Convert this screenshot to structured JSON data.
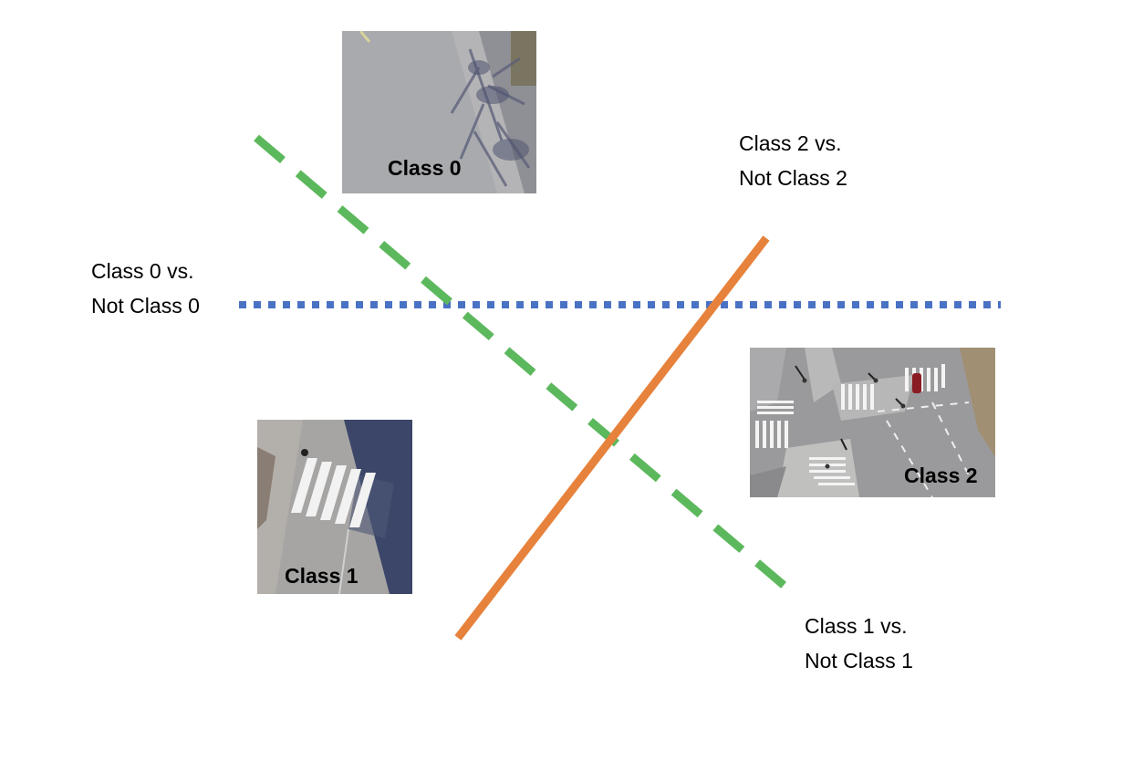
{
  "tiles": {
    "class0": {
      "label": "Class 0"
    },
    "class1": {
      "label": "Class 1"
    },
    "class2": {
      "label": "Class 2"
    }
  },
  "boundaries": {
    "class0": {
      "line1": "Class 0 vs.",
      "line2": "Not Class 0",
      "color": "#4A72C4",
      "style": "dotted"
    },
    "class1": {
      "line1": "Class 1 vs.",
      "line2": "Not Class 1",
      "color": "#5CB85C",
      "style": "dashed"
    },
    "class2": {
      "line1": "Class 2 vs.",
      "line2": "Not Class 2",
      "color": "#E6823C",
      "style": "solid"
    }
  }
}
